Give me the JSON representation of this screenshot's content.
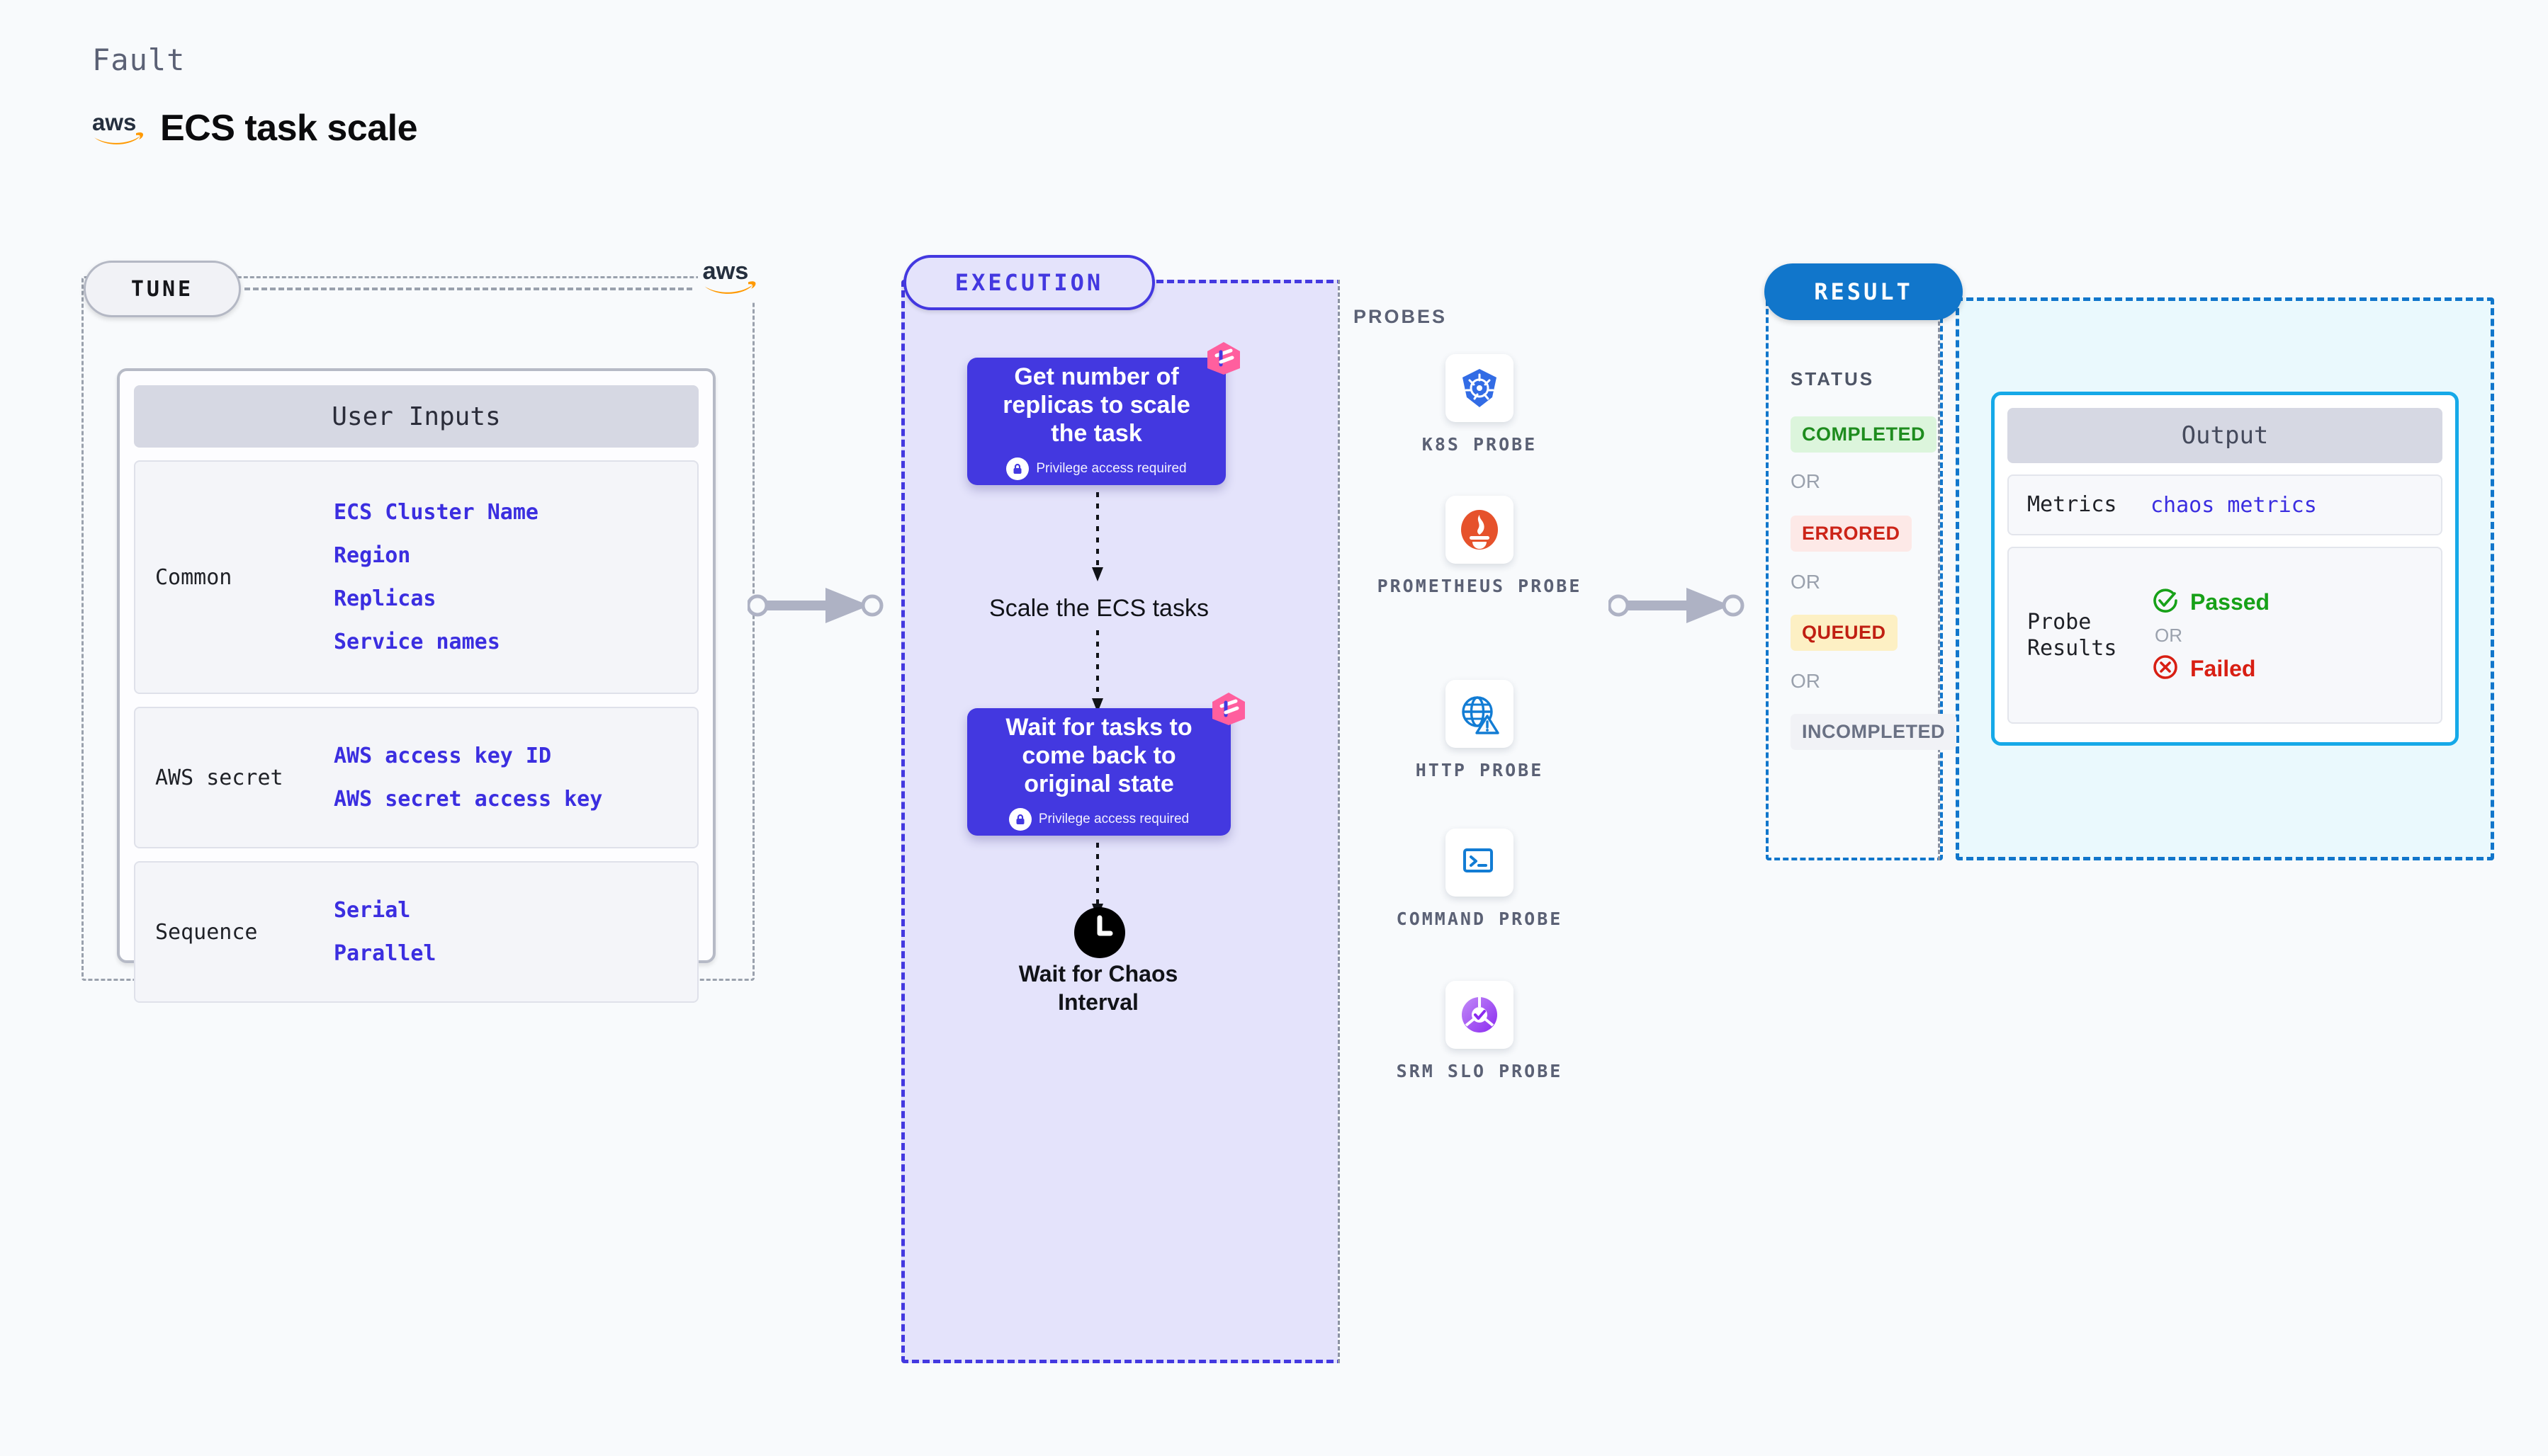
{
  "header": {
    "eyebrow": "Fault",
    "title": "ECS task scale",
    "brand_icon": "aws-logo-icon"
  },
  "colors": {
    "tune_border": "#9aa1ad",
    "execution_border": "#4338e0",
    "execution_bg": "#e4e3fb",
    "result_border": "#1176cb",
    "result_pill_bg": "#1176cb",
    "output_border": "#16a9e8",
    "output_bg": "#eaf9fd",
    "node_bg": "#4338e0",
    "value_text": "#3b2ee0",
    "harness_pink": "#ff5f9e"
  },
  "tune": {
    "pill_label": "TUNE",
    "brand_icon": "aws-logo-icon",
    "card_title": "User Inputs",
    "groups": [
      {
        "label": "Common",
        "values": [
          "ECS Cluster Name",
          "Region",
          "Replicas",
          "Service names"
        ]
      },
      {
        "label": "AWS secret",
        "values": [
          "AWS access key ID",
          "AWS secret access key"
        ]
      },
      {
        "label": "Sequence",
        "values": [
          "Serial",
          "Parallel"
        ]
      }
    ]
  },
  "execution": {
    "pill_label": "EXECUTION",
    "steps": [
      {
        "type": "node",
        "title": "Get number of replicas to scale the task",
        "privilege": "Privilege access required",
        "badge_icon": "harness-icon",
        "lock_icon": "lock-icon"
      },
      {
        "type": "label",
        "title": "Scale the ECS tasks"
      },
      {
        "type": "node",
        "title": "Wait for tasks to come back to original state",
        "privilege": "Privilege access required",
        "badge_icon": "harness-icon",
        "lock_icon": "lock-icon"
      },
      {
        "type": "timer",
        "title": "Wait for Chaos Interval",
        "icon": "clock-icon"
      }
    ]
  },
  "probes": {
    "heading": "PROBES",
    "items": [
      {
        "name": "K8S PROBE",
        "icon": "kubernetes-icon"
      },
      {
        "name": "PROMETHEUS PROBE",
        "icon": "prometheus-icon"
      },
      {
        "name": "HTTP PROBE",
        "icon": "http-globe-warning-icon"
      },
      {
        "name": "COMMAND PROBE",
        "icon": "terminal-icon"
      },
      {
        "name": "SRM SLO PROBE",
        "icon": "srm-slo-icon"
      }
    ]
  },
  "result": {
    "pill_label": "RESULT",
    "status_heading": "STATUS",
    "or_label": "OR",
    "statuses": [
      {
        "label": "COMPLETED",
        "bg": "#dcf5dc",
        "fg": "#1e8c1e"
      },
      {
        "label": "ERRORED",
        "bg": "#fde9e7",
        "fg": "#cc2418"
      },
      {
        "label": "QUEUED",
        "bg": "#fdf0c4",
        "fg": "#c01f12"
      },
      {
        "label": "INCOMPLETED",
        "bg": "#f1f2f6",
        "fg": "#6a7184"
      }
    ]
  },
  "output": {
    "title": "Output",
    "rows": [
      {
        "label": "Metrics",
        "value": "chaos metrics"
      }
    ],
    "probe_results": {
      "label": "Probe Results",
      "passed": "Passed",
      "or_label": "OR",
      "failed": "Failed",
      "passed_icon": "check-circle-icon",
      "failed_icon": "x-circle-icon"
    }
  },
  "connectors": {
    "tune_to_execution": "arrow-right",
    "execution_to_result": "arrow-right"
  }
}
